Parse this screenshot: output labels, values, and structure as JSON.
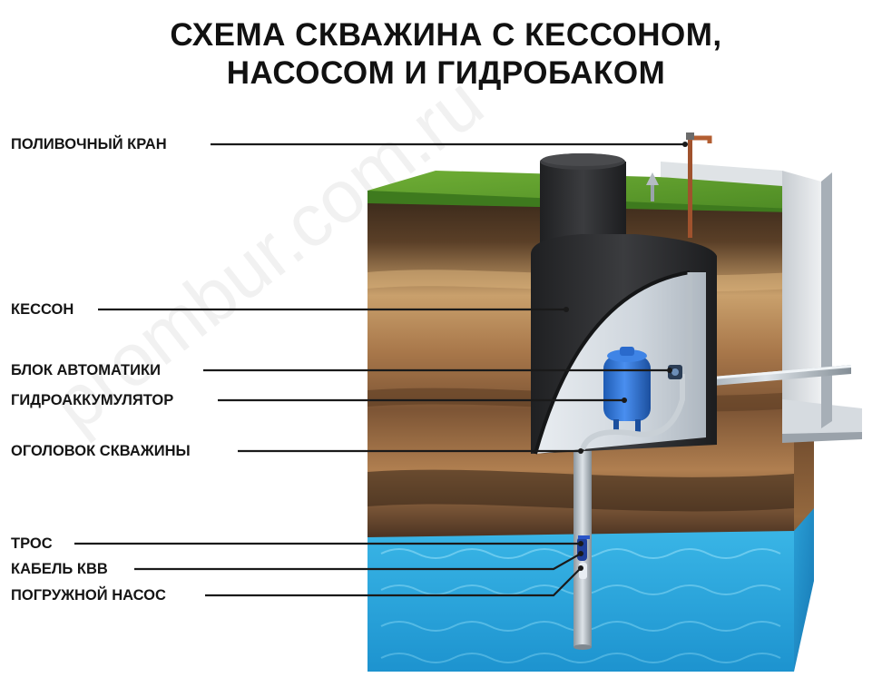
{
  "title": {
    "line1": "СХЕМА СКВАЖИНА С КЕССОНОМ,",
    "line2": "НАСОСОМ И ГИДРОБАКОМ"
  },
  "labels": [
    {
      "id": "watering-tap",
      "text": "ПОЛИВОЧНЫЙ КРАН"
    },
    {
      "id": "caisson",
      "text": "КЕССОН"
    },
    {
      "id": "automation-unit",
      "text": "БЛОК АВТОМАТИКИ"
    },
    {
      "id": "hydro-accumulator",
      "text": "ГИДРОАККУМУЛЯТОР"
    },
    {
      "id": "well-head",
      "text": "ОГОЛОВОК СКВАЖИНЫ"
    },
    {
      "id": "cable-rope",
      "text": "ТРОС"
    },
    {
      "id": "kvv-cable",
      "text": "КАБЕЛЬ КВВ"
    },
    {
      "id": "submersible-pump",
      "text": "ПОГРУЖНОЙ НАСОС"
    }
  ],
  "watermark": "prombur.com.ru",
  "colors": {
    "grass": "#5f9a2e",
    "soil_dark": "#4a3625",
    "soil_light": "#b8895a",
    "water": "#2aa7d8",
    "caisson": "#2e2f31",
    "tank": "#2d6fc8",
    "leader_line": "#1a1a1a"
  }
}
